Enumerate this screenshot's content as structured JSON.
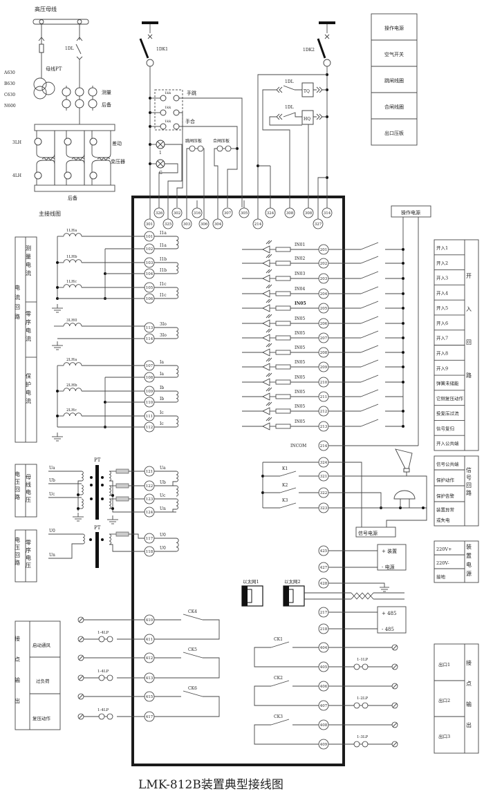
{
  "title": "LMK-812B装置典型接线图",
  "main_wiring": {
    "bus_label": "高压母线",
    "pt_label": "母线PT",
    "breaker_label": "1DL",
    "phase_labels": [
      "A630",
      "B630",
      "C630",
      "N600"
    ],
    "ct_labels": [
      "测量",
      "后备"
    ],
    "ct_row_labels": [
      "3LH",
      "4LH"
    ],
    "diff_labels": [
      "差动",
      "变压器"
    ],
    "bottom_label": "后备",
    "caption": "主接线图"
  },
  "control": {
    "dk1": "1DK1",
    "dk2": "1DK2",
    "hand_trip": "手跳",
    "hand_close": "手合",
    "kk": [
      "1kk",
      "1kk",
      "1kk"
    ],
    "lamp_labels": [
      "1",
      "G"
    ],
    "trip_plate": "跳闸压板",
    "close_plate": "合闸压板",
    "dl": [
      "1DL",
      "1DL"
    ],
    "coils": [
      "TQ",
      "HQ"
    ]
  },
  "terminals_top": [
    "326",
    "302",
    "316",
    "307",
    "305",
    "324",
    "308",
    "308",
    "314"
  ],
  "terminals_top2": [
    "301",
    "325",
    "303",
    "306",
    "304",
    "214",
    "327"
  ],
  "right_table_top": [
    "操作电源",
    "空气开关",
    "跳闸线圈",
    "合闸线圈",
    "出口压板"
  ],
  "current": {
    "group": "电流回路",
    "sections": [
      "测量电流",
      "零序电流",
      "保护电流"
    ],
    "cts": [
      "1LHa",
      "1LHb",
      "1LHc",
      "3LH0",
      "2LHa",
      "2LHb",
      "2LHc"
    ],
    "terminals": [
      "101",
      "102",
      "103",
      "104",
      "105",
      "106",
      "113",
      "114",
      "107",
      "108",
      "109",
      "110",
      "111",
      "112"
    ],
    "labels": [
      "I1a",
      "I1a",
      "I1b",
      "I1b",
      "I1c",
      "I1c",
      "3Io",
      "3Io",
      "Ia",
      "Ia",
      "Ib",
      "Ib",
      "Ic",
      "Ic"
    ]
  },
  "inputs": {
    "power": "操作电源",
    "rows": [
      {
        "in": "IN01",
        "t": "201"
      },
      {
        "in": "IN02",
        "t": "202"
      },
      {
        "in": "IN03",
        "t": "203"
      },
      {
        "in": "IN04",
        "t": "204"
      },
      {
        "in": "IN05",
        "t": "205"
      },
      {
        "in": "IN05",
        "t": "206"
      },
      {
        "in": "IN05",
        "t": "207"
      },
      {
        "in": "IN05",
        "t": "208"
      },
      {
        "in": "IN05",
        "t": "209"
      },
      {
        "in": "IN05",
        "t": "210"
      },
      {
        "in": "IN05",
        "t": "211"
      },
      {
        "in": "IN05",
        "t": "212"
      },
      {
        "in": "IN05",
        "t": "213"
      }
    ],
    "com_label": "INCOM",
    "com_t": "214",
    "table": [
      "开入1",
      "开入2",
      "开入3",
      "开入4",
      "开入5",
      "开入6",
      "开入7",
      "开入8",
      "开入9",
      "弹簧未储能",
      "它侧复压动作",
      "投复压过流",
      "信号复归",
      "开入公共端"
    ],
    "group": "开入回路"
  },
  "signal": {
    "terminals": [
      "324",
      "321",
      "322",
      "323"
    ],
    "k": [
      "K1",
      "K2",
      "K3"
    ],
    "power": "信号电源",
    "table": [
      "信号公共端",
      "保护动作",
      "保护告警",
      "装置异常",
      "或失电"
    ],
    "group": "信号回路"
  },
  "device_power": {
    "terminals": [
      "425",
      "427"
    ],
    "box": [
      "+ 装置",
      "- 电源"
    ],
    "ground_t": "428",
    "table": [
      "220V+",
      "220V-",
      "接地"
    ],
    "group": "装置电源"
  },
  "ethernet": [
    "以太网1",
    "以太网2"
  ],
  "rs485": {
    "terminals": [
      "217",
      "218"
    ],
    "labels": [
      "+ 485",
      "- 485"
    ]
  },
  "voltage": {
    "groups": [
      {
        "a": "电压回路",
        "b": "母线电压"
      },
      {
        "a": "电压回路",
        "b": "零序电压"
      }
    ],
    "pt": "PT",
    "inputs": [
      "Ua",
      "Ub",
      "Uc"
    ],
    "terminals": [
      "121",
      "122",
      "123",
      "124"
    ],
    "labels": [
      "Ua",
      "Ub",
      "Uc",
      "Un"
    ],
    "zero_inputs": [
      "U0",
      "Un"
    ],
    "zero_terminals": [
      "117",
      "118"
    ],
    "zero_labels": [
      "U0",
      "U0"
    ]
  },
  "contacts_left": {
    "group": "接点输出",
    "rows": [
      "启动通风",
      "过负荷",
      "复压动作"
    ],
    "terminals": [
      "410",
      "411",
      "412",
      "413",
      "415",
      "417"
    ],
    "ck": [
      "CK4",
      "CK5",
      "CK6"
    ],
    "lp": [
      "1-4LP",
      "1-4LP",
      "1-4LP"
    ]
  },
  "contacts_right": {
    "group": "接点输出",
    "rows": [
      "出口1",
      "出口2",
      "出口3"
    ],
    "terminals": [
      "404",
      "405",
      "406",
      "407",
      "408",
      "409"
    ],
    "ck": [
      "CK1",
      "CK2",
      "CK3"
    ],
    "lp": [
      "1-1LP",
      "1-2LP",
      "1-3LP"
    ]
  }
}
